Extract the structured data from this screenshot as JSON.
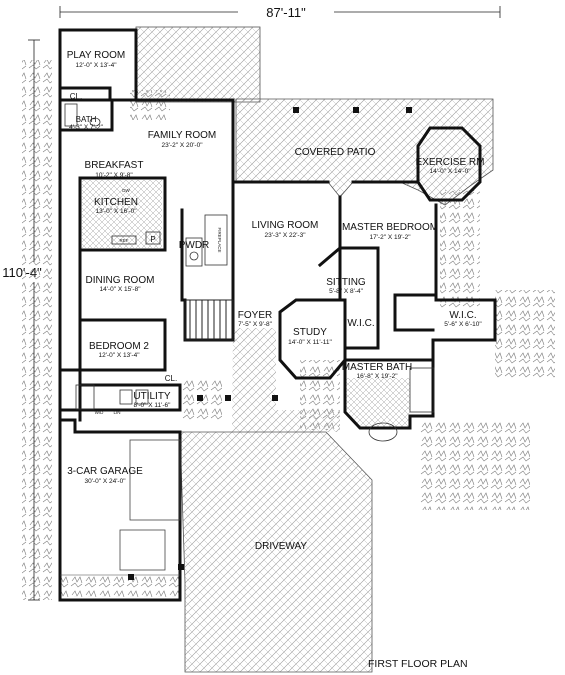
{
  "dimensions": {
    "width": "87'-11\"",
    "depth": "110'-4\""
  },
  "rooms": [
    {
      "key": "play-room",
      "name": "PLAY ROOM",
      "size": "12'-0\" X 13'-4\""
    },
    {
      "key": "closet-play",
      "name": "CL."
    },
    {
      "key": "bath",
      "name": "BATH",
      "size": "4'-3\" X 7'-2\""
    },
    {
      "key": "family-room",
      "name": "FAMILY ROOM",
      "size": "23'-2\" X 20'-0\""
    },
    {
      "key": "covered-patio",
      "name": "COVERED PATIO"
    },
    {
      "key": "exercise-room",
      "name": "EXERCISE RM",
      "size": "14'-0\" X 14'-0\""
    },
    {
      "key": "breakfast",
      "name": "BREAKFAST",
      "size": "10'-2\" X 9'-8\""
    },
    {
      "key": "kitchen",
      "name": "KITCHEN",
      "size": "13'-0\" X 16'-0\""
    },
    {
      "key": "powder",
      "name": "PWDR"
    },
    {
      "key": "living-room",
      "name": "LIVING ROOM",
      "size": "23'-3\" X 22'-3\""
    },
    {
      "key": "master-bedroom",
      "name": "MASTER BEDROOM",
      "size": "17'-2\" X 19'-2\""
    },
    {
      "key": "dining-room",
      "name": "DINING ROOM",
      "size": "14'-0\" X 15'-8\""
    },
    {
      "key": "sitting",
      "name": "SITTING",
      "size": "5'-8\" X 8'-4\""
    },
    {
      "key": "foyer",
      "name": "FOYER",
      "size": "7'-5\" X 9'-8\""
    },
    {
      "key": "study",
      "name": "STUDY",
      "size": "14'-0\" X 11'-11\""
    },
    {
      "key": "wic-1",
      "name": "W.I.C."
    },
    {
      "key": "wic-2",
      "name": "W.I.C.",
      "size": "5'-6\" X 6'-10\""
    },
    {
      "key": "bedroom-2",
      "name": "BEDROOM 2",
      "size": "12'-0\" X 13'-4\""
    },
    {
      "key": "master-bath",
      "name": "MASTER BATH",
      "size": "16'-8\" X 19'-2\""
    },
    {
      "key": "utility",
      "name": "UTILITY",
      "size": "8'-0\" X 11'-6\""
    },
    {
      "key": "closet-bed2",
      "name": "CL."
    },
    {
      "key": "garage",
      "name": "3-CAR GARAGE",
      "size": "30'-0\" X 24'-0\""
    },
    {
      "key": "driveway",
      "name": "DRIVEWAY"
    }
  ],
  "fixture_labels": {
    "dw": "DW",
    "ref": "REF",
    "pantry": "P",
    "fireplace": "FIREPLACE",
    "wd": "W/D",
    "lin": "LIN"
  },
  "plan_title": "FIRST FLOOR PLAN"
}
